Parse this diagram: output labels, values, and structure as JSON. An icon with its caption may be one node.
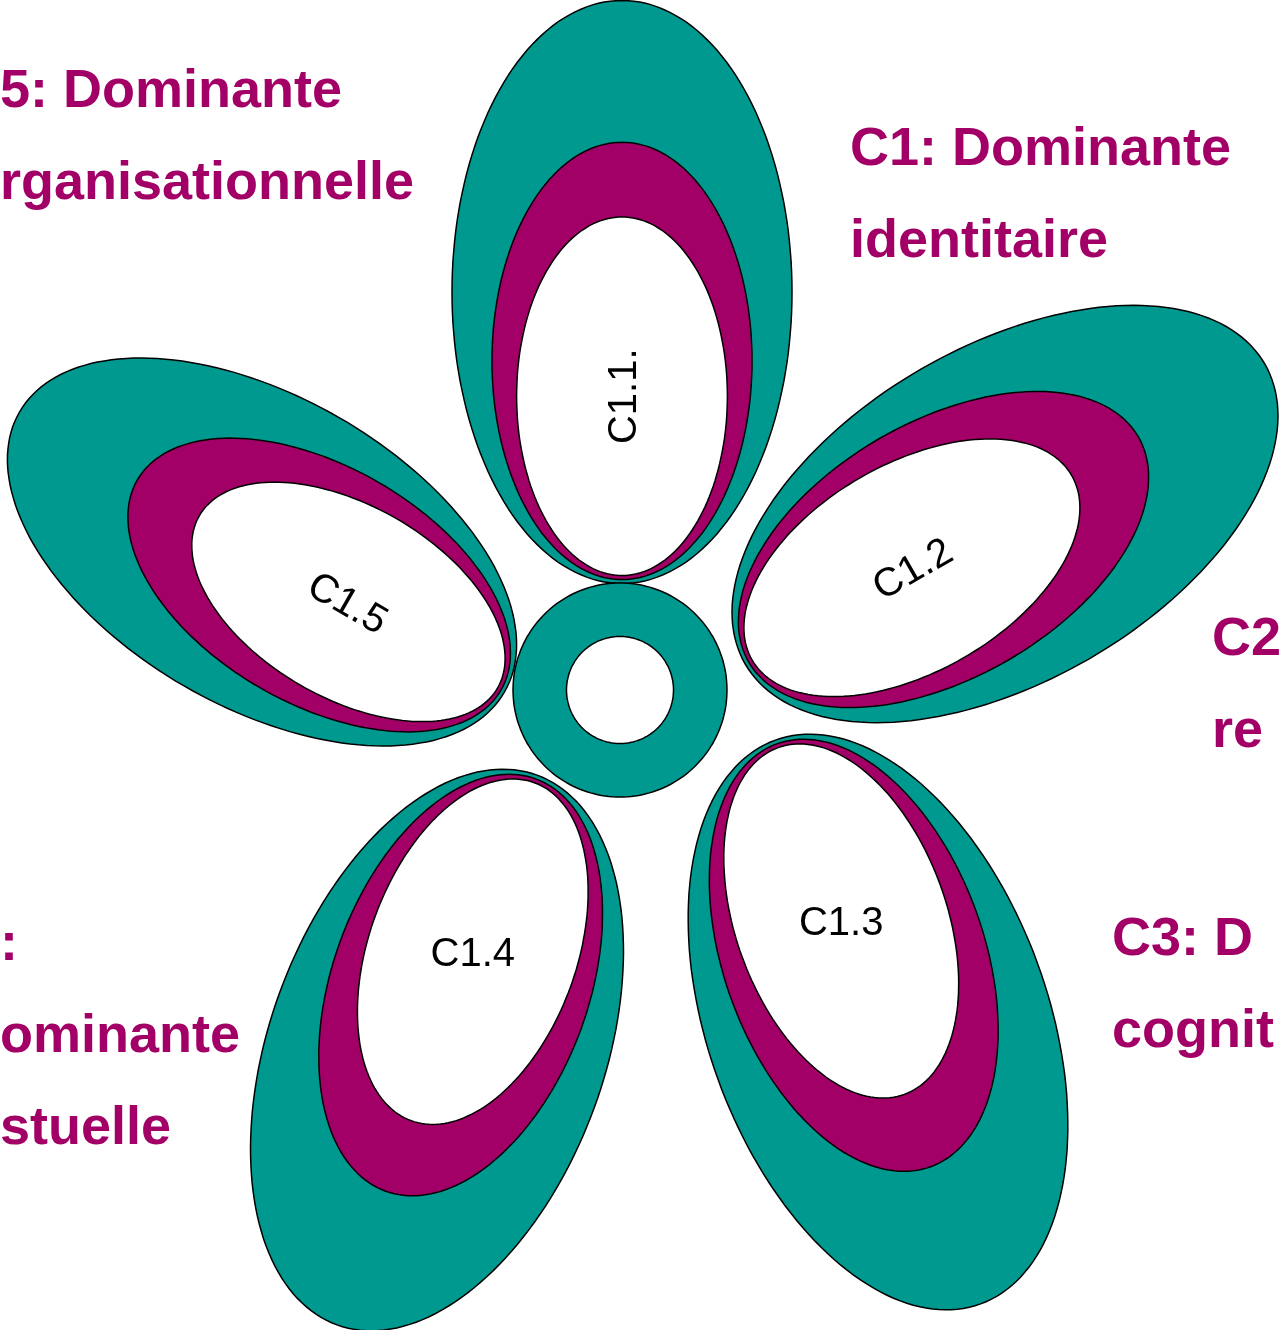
{
  "diagram": {
    "nodes": [
      {
        "text": [],
        "shape": "ellipse"
      },
      {
        "text": [],
        "shape": "ellipse",
        "in": 0
      },
      {
        "text": [
          "C1.1."
        ],
        "in": 1
      },
      {
        "text": [],
        "shape": "ellipse"
      },
      {
        "text": [],
        "shape": "ellipse",
        "in": 3
      },
      {
        "text": [
          "C1.2"
        ],
        "in": 4
      },
      {
        "text": [],
        "shape": "ellipse"
      },
      {
        "text": [],
        "shape": "ellipse",
        "in": 6
      },
      {
        "text": [
          "C1.5"
        ],
        "in": 7
      },
      {
        "text": [],
        "shape": "circle"
      },
      {
        "text": [],
        "shape": "circle",
        "in": 9
      },
      {
        "text": [],
        "shape": "ellipse"
      },
      {
        "text": [],
        "shape": "ellipse",
        "in": 11
      },
      {
        "text": [
          "C1.4"
        ],
        "in": 12
      },
      {
        "text": [],
        "shape": "ellipse"
      },
      {
        "text": [],
        "shape": "ellipse",
        "in": 14
      },
      {
        "text": [
          "C1.3"
        ],
        "in": 15
      }
    ],
    "labels": [
      "5: Dominante rganisationnelle",
      "C1: Dominante identitaire",
      "C2 re",
      "C3: D cognit",
      ": ominante stuelle"
    ]
  }
}
